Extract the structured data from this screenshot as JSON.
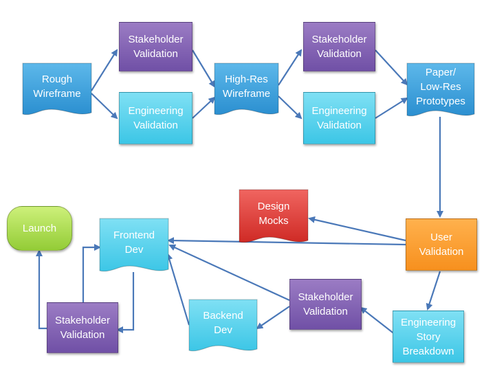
{
  "nodes": {
    "rough_wireframe": [
      "Rough",
      "Wireframe"
    ],
    "stakeholder_validation_1": [
      "Stakeholder",
      "Validation"
    ],
    "engineering_validation_1": [
      "Engineering",
      "Validation"
    ],
    "high_res_wireframe": [
      "High-Res",
      "Wireframe"
    ],
    "stakeholder_validation_2": [
      "Stakeholder",
      "Validation"
    ],
    "engineering_validation_2": [
      "Engineering",
      "Validation"
    ],
    "paper_low_res_prototypes": [
      "Paper/",
      "Low-Res",
      "Prototypes"
    ],
    "user_validation": [
      "User",
      "Validation"
    ],
    "design_mocks": [
      "Design",
      "Mocks"
    ],
    "engineering_story_breakdown": [
      "Engineering",
      "Story",
      "Breakdown"
    ],
    "stakeholder_validation_3": [
      "Stakeholder",
      "Validation"
    ],
    "backend_dev": [
      "Backend",
      "Dev"
    ],
    "frontend_dev": [
      "Frontend",
      "Dev"
    ],
    "stakeholder_validation_4": [
      "Stakeholder",
      "Validation"
    ],
    "launch": [
      "Launch"
    ]
  },
  "colors": {
    "blue_doc": "#39a7de",
    "purple": "#7e5fb3",
    "cyan": "#4fd0ec",
    "orange": "#f7941e",
    "red": "#e23b35",
    "green": "#a6d74c",
    "arrow": "#4a78b8"
  }
}
